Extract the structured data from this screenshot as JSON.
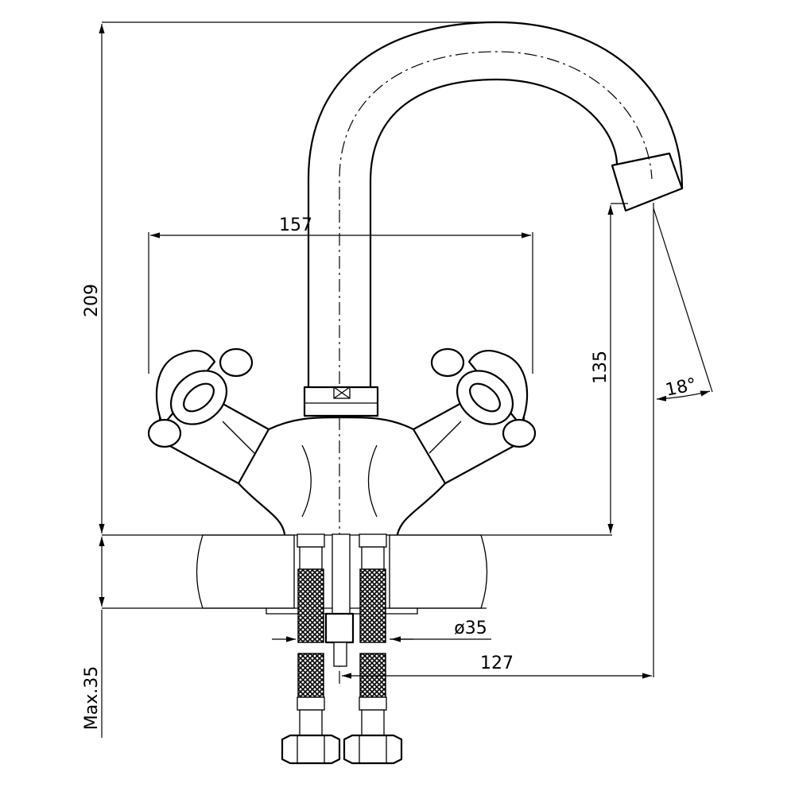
{
  "dimensions": {
    "total_height": "209",
    "handle_span": "157",
    "spout_height": "135",
    "spout_angle": "18°",
    "base_diameter": "ø35",
    "spout_reach": "127",
    "max_thickness": "Max.35"
  },
  "colors": {
    "line": "#000000",
    "background": "#ffffff"
  }
}
